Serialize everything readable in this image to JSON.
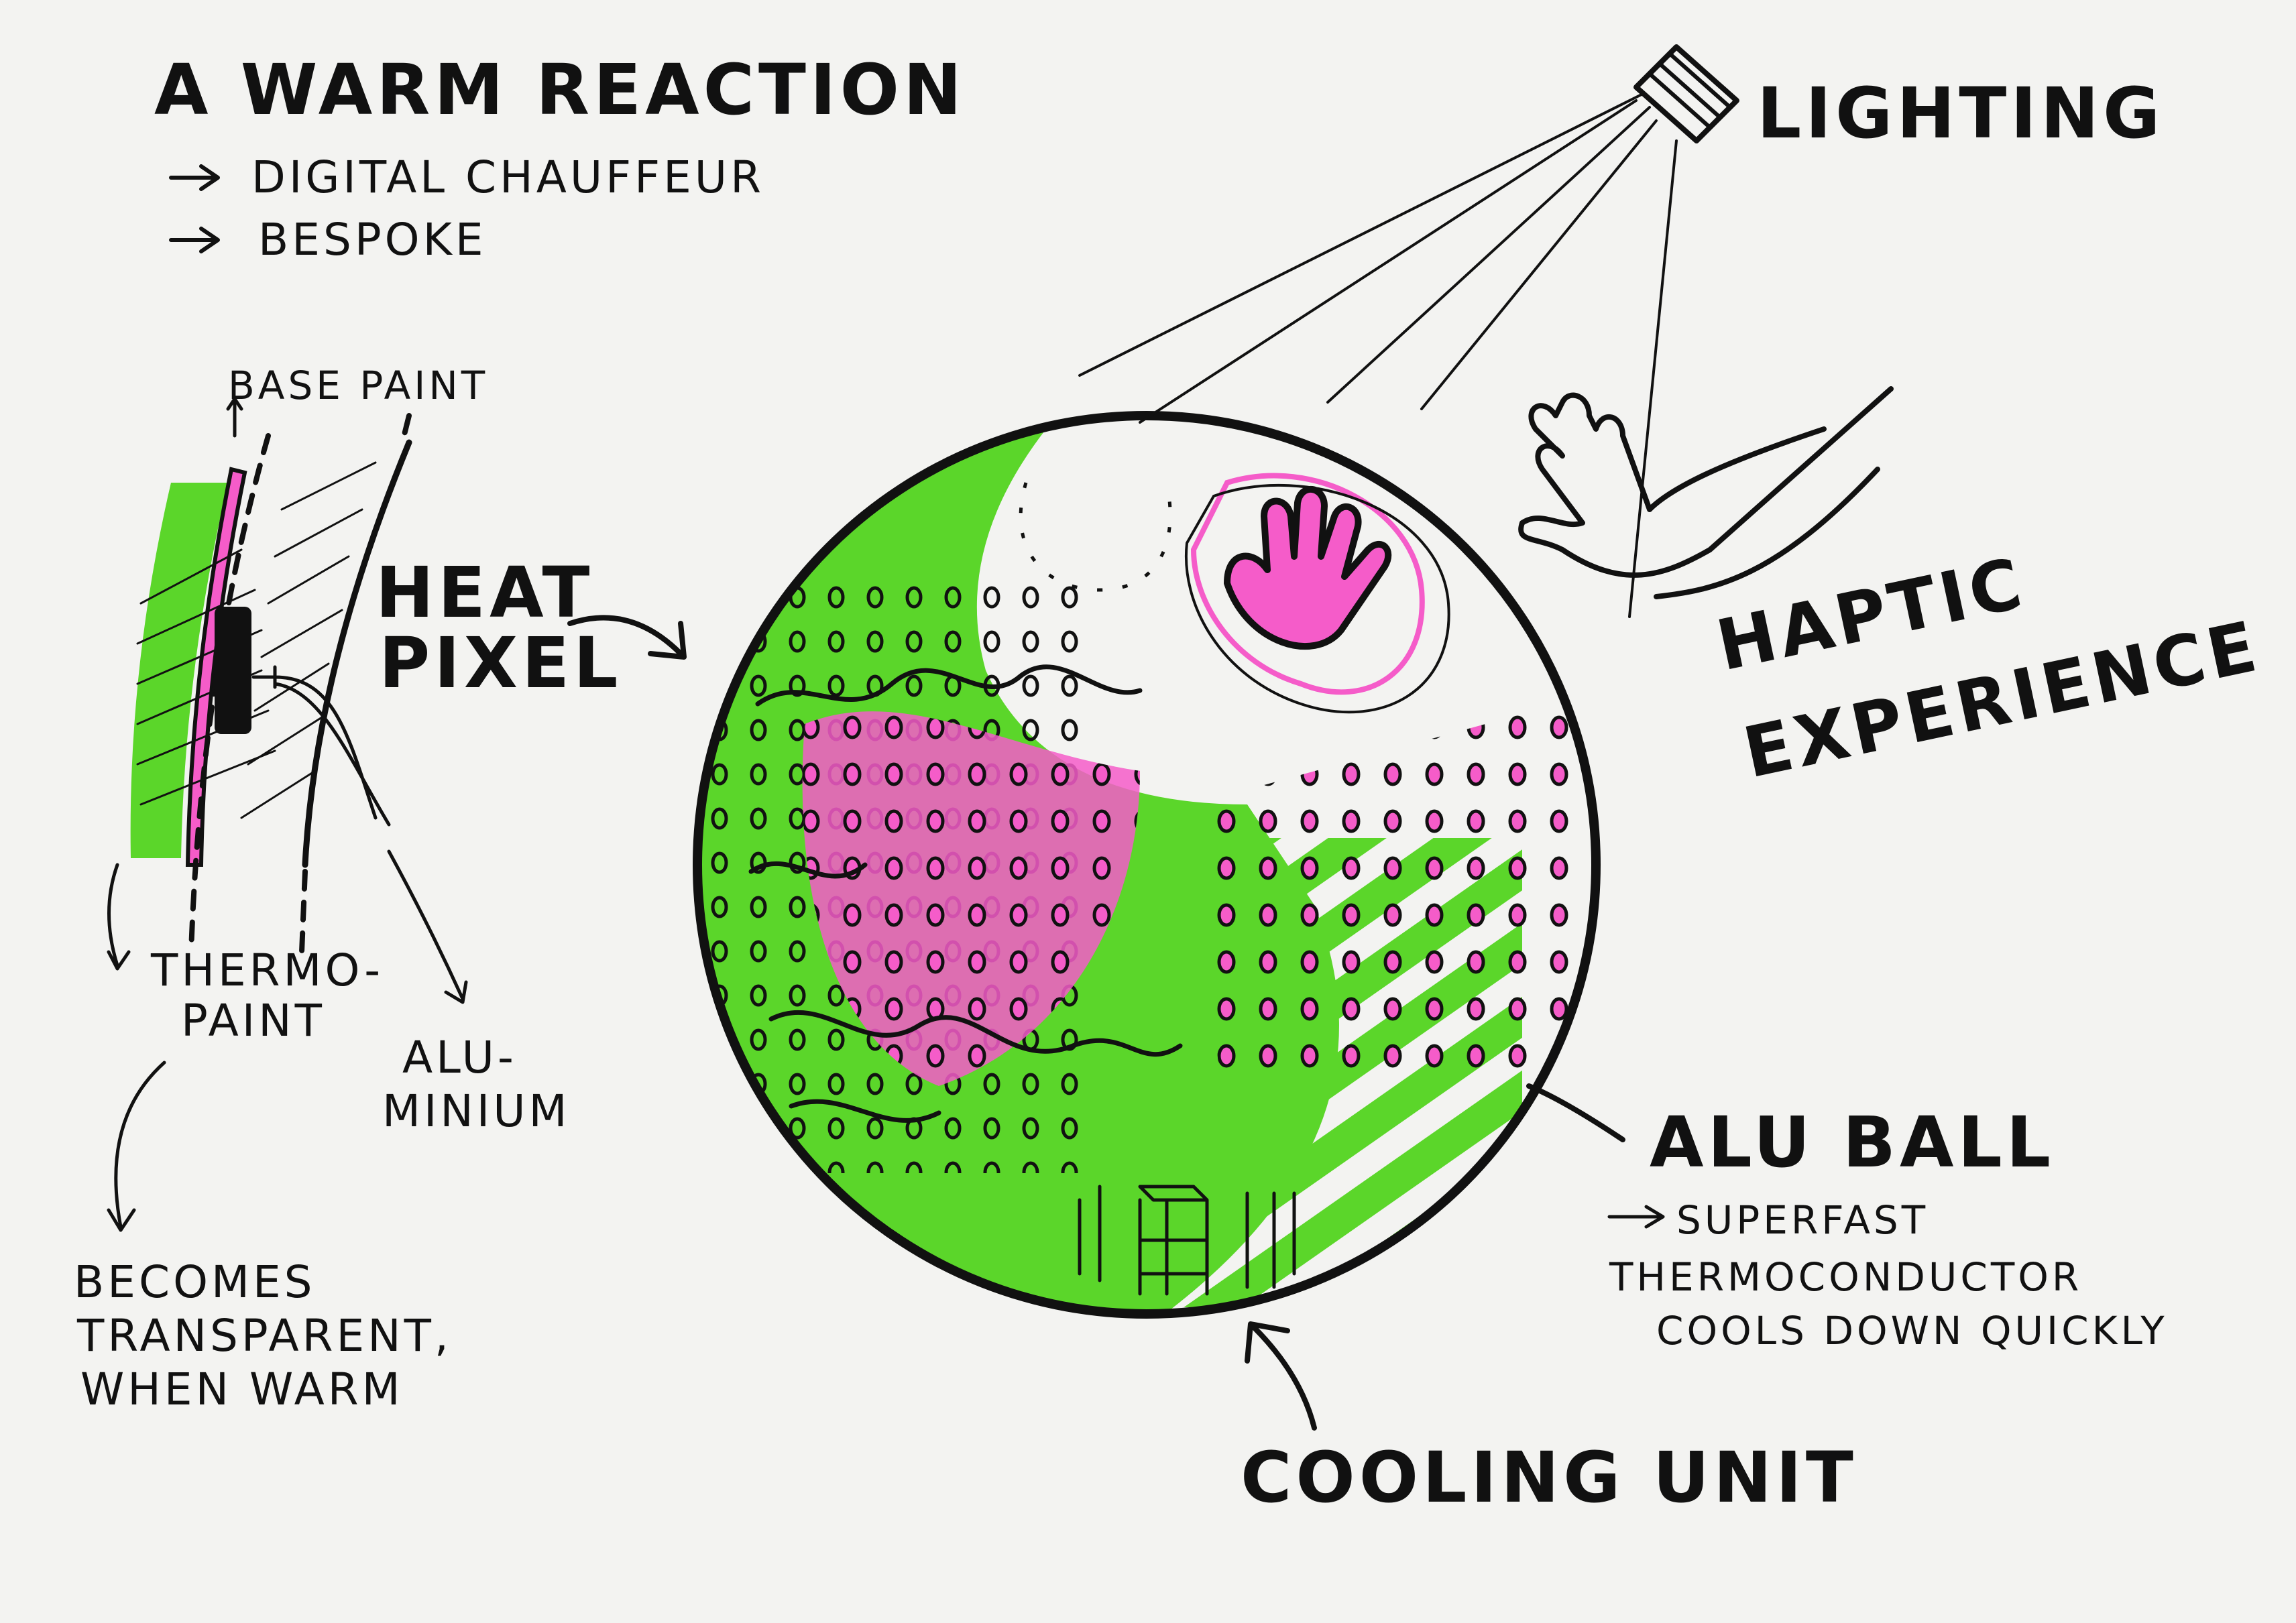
{
  "title": "A WARM REACTION",
  "subtitle_items": [
    "DIGITAL CHAUFFEUR",
    "BESPOKE"
  ],
  "layer_detail": {
    "base_paint": "BASE PAINT",
    "thermo_paint": [
      "THERMO-",
      "PAINT"
    ],
    "aluminium": [
      "ALU-",
      "MINIUM"
    ],
    "note": [
      "BECOMES",
      "TRANSPARENT,",
      "WHEN WARM"
    ]
  },
  "heat_pixel": [
    "HEAT",
    "PIXEL"
  ],
  "lighting": "LIGHTING",
  "haptic": [
    "HAPTIC",
    "EXPERIENCE"
  ],
  "alu_ball": {
    "label": "ALU BALL",
    "notes": [
      "SUPERFAST",
      "THERMOCONDUCTOR",
      "COOLS DOWN   QUICKLY"
    ]
  },
  "cooling_unit": "COOLING UNIT",
  "colors": {
    "ink": "#111111",
    "green": "#5bd62a",
    "pink": "#f55cc9",
    "brown": "#b06a2a",
    "paper": "#f3f3f1"
  },
  "icons": [
    "lamp-icon",
    "hand-icon",
    "arrow-icon"
  ]
}
